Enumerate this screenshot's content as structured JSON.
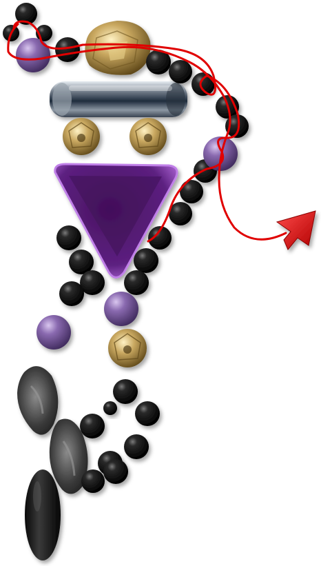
{
  "diagram": {
    "kind": "beading-thread-path",
    "thread_color": "#e00000",
    "arrow_color": "#e00000",
    "bead_palette": {
      "black": "#0a0a0a",
      "purple_pearl": "#7a5a9e",
      "gold_faceted": "#b89a55",
      "silver_tube": "#7f8791",
      "purple_triangle": "#5a1f7a",
      "grey_leaf": "#4a4a4a"
    },
    "bead_types": [
      "black-round-bead",
      "purple-pearl-bead",
      "gold-faceted-bead",
      "silver-tube-bead",
      "purple-triangle-bead",
      "grey-leaf-bead",
      "black-oval-bead"
    ]
  }
}
